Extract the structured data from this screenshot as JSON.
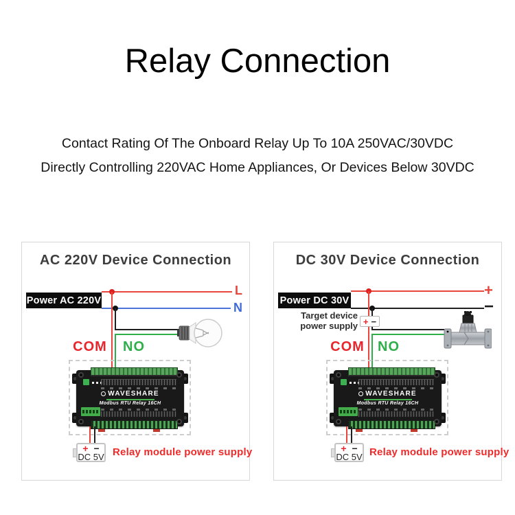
{
  "page": {
    "title": "Relay Connection",
    "subtitle_line1": "Contact Rating Of The Onboard Relay Up To 10A 250VAC/30VDC",
    "subtitle_line2": "Directly Controlling 220VAC Home Appliances, Or Devices Below 30VDC"
  },
  "colors": {
    "wire_red": "#e8453c",
    "wire_blue": "#4a72d8",
    "wire_green": "#2fae4a",
    "wire_black": "#1f1f1f",
    "accent_red": "#e8262d"
  },
  "module": {
    "brand": "WAVESHARE",
    "model": "Modbus RTU Relay 16CH"
  },
  "panels": {
    "ac": {
      "title": "AC 220V Device Connection",
      "power_label": "Power AC 220V",
      "line1_label": "L",
      "line2_label": "N",
      "com_label": "COM",
      "no_label": "NO",
      "device": "light-bulb",
      "psu_plus": "+",
      "psu_minus": "−",
      "psu_label": "DC 5V",
      "psu_caption": "Relay module power supply"
    },
    "dc": {
      "title": "DC 30V Device Connection",
      "power_label": "Power DC 30V",
      "line1_label": "+",
      "line2_label": "−",
      "target_line1": "Target device",
      "target_line2": "power supply",
      "target_plus": "+",
      "target_minus": "−",
      "com_label": "COM",
      "no_label": "NO",
      "device": "solenoid-valve",
      "psu_plus": "+",
      "psu_minus": "−",
      "psu_label": "DC 5V",
      "psu_caption": "Relay module power supply"
    }
  }
}
